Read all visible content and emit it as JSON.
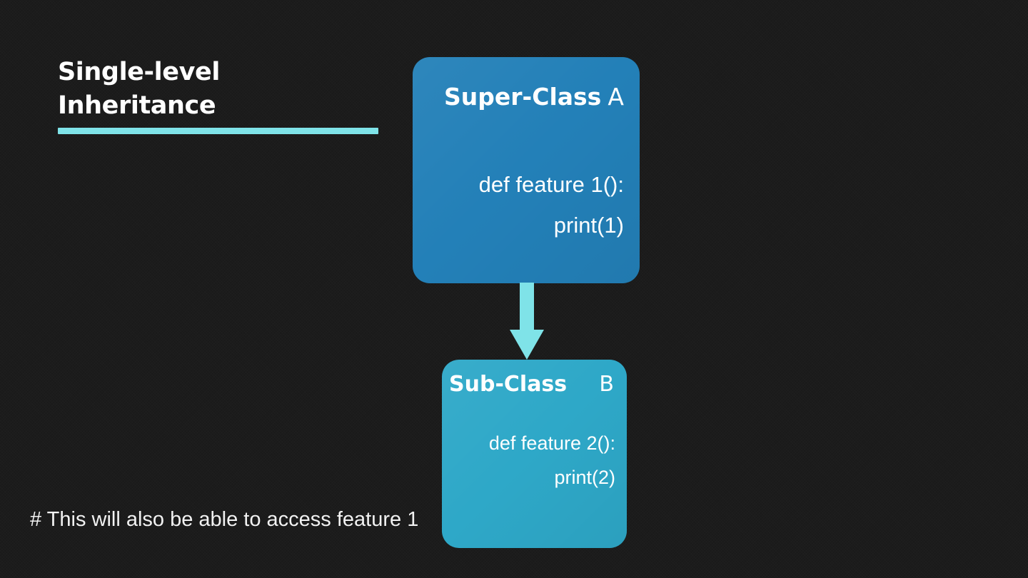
{
  "slide": {
    "background_color": "#1a1a1a",
    "accent_color": "#7fe3e8",
    "title": {
      "line1": "Single-level",
      "line2": "Inheritance"
    }
  },
  "diagram": {
    "type": "class-inheritance",
    "relationship": "single-level",
    "arrow": {
      "direction": "down",
      "from": "Super-Class A",
      "to": "Sub-Class B",
      "color": "#7fe3e8"
    },
    "boxes": [
      {
        "role": "super-class",
        "title": "Super-Class",
        "letter": "A",
        "color": "#2380b8",
        "code": [
          "def feature 1():",
          "print(1)"
        ]
      },
      {
        "role": "sub-class",
        "title": "Sub-Class",
        "letter": "B",
        "color": "#2ea8c8",
        "code": [
          "def feature 2():",
          "print(2)"
        ]
      }
    ]
  },
  "notes": {
    "comment": "# This will also be able to access feature 1"
  }
}
